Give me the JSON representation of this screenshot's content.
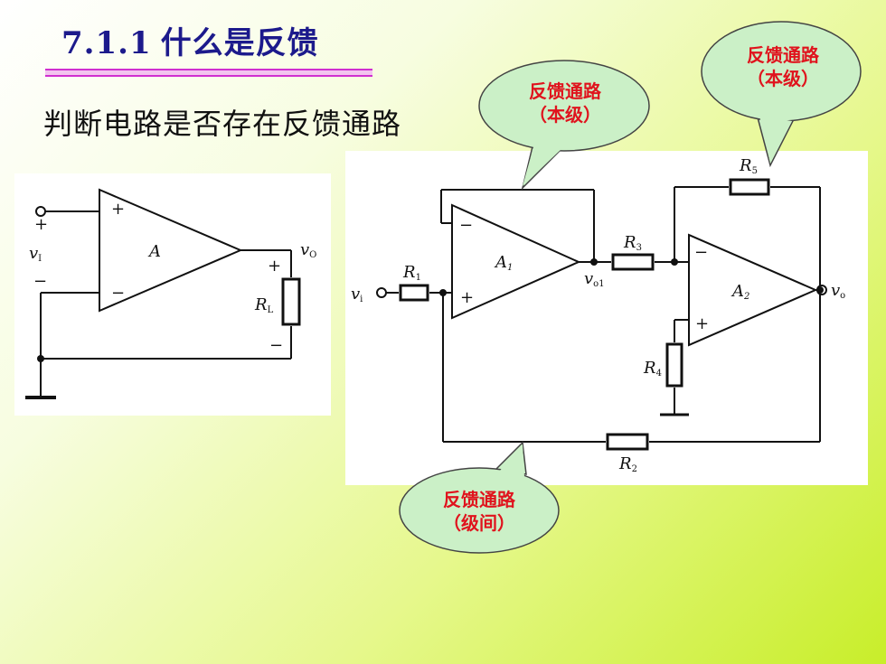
{
  "slide": {
    "section_number": "7.1.1",
    "section_title": "什么是反馈",
    "subtitle": "判断电路是否存在反馈通路"
  },
  "callouts": [
    {
      "line1": "反馈通路",
      "line2": "（本级）"
    },
    {
      "line1": "反馈通路",
      "line2": "（本级）"
    },
    {
      "line1": "反馈通路",
      "line2": "（级间）"
    }
  ],
  "left_circuit": {
    "plus_top": "+",
    "input": "v",
    "input_sub": "I",
    "minus_left": "−",
    "amp_label": "A",
    "amp_plus": "+",
    "amp_minus": "−",
    "output": "v",
    "output_sub": "O",
    "out_plus": "+",
    "out_minus": "−",
    "load": "R",
    "load_sub": "L"
  },
  "right_circuit": {
    "vi": "v",
    "vi_sub": "i",
    "r1": "R",
    "r1_sub": "1",
    "a1": "A",
    "a1_sub": "1",
    "a1_minus": "−",
    "a1_plus": "+",
    "vo1": "v",
    "vo1_sub": "o1",
    "r3": "R",
    "r3_sub": "3",
    "r5": "R",
    "r5_sub": "5",
    "a2": "A",
    "a2_sub": "2",
    "a2_minus": "−",
    "a2_plus": "+",
    "vo": "v",
    "vo_sub": "o",
    "r4": "R",
    "r4_sub": "4",
    "r2": "R",
    "r2_sub": "2"
  },
  "colors": {
    "title": "#1c1a8c",
    "callout_text": "#e0131d",
    "callout_fill": "#cbf0c7"
  }
}
